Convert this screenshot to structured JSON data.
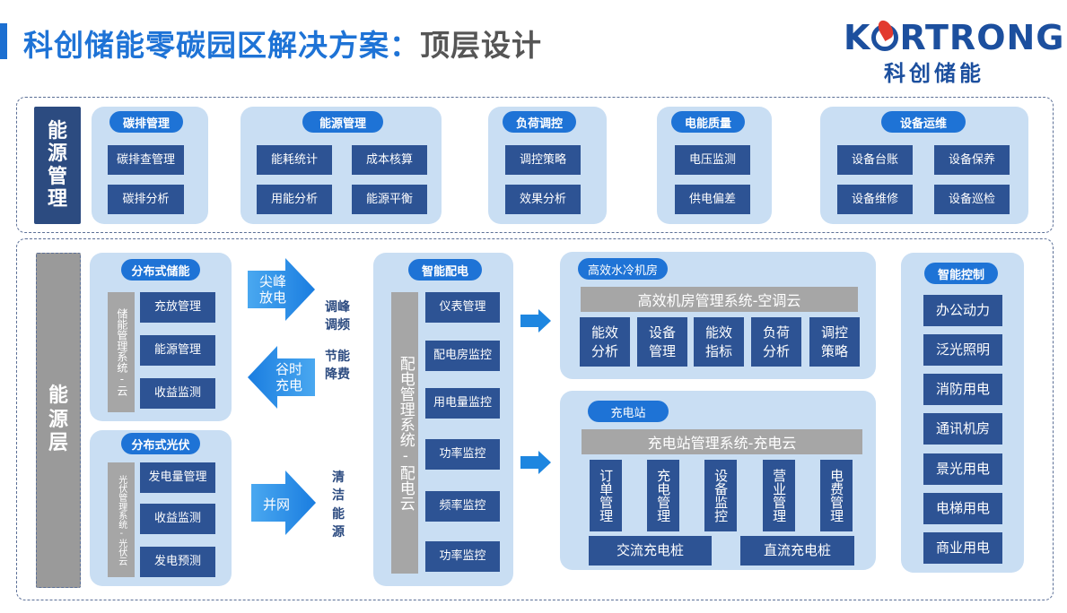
{
  "header": {
    "title_main": "科创储能零碳园区解决方案：",
    "title_sub": "顶层设计",
    "logo_en_left": "K",
    "logo_en_right": "RTRONG",
    "logo_cn": "科创储能"
  },
  "top_section": {
    "label": [
      "能",
      "源",
      "管",
      "理"
    ],
    "groups": [
      {
        "title": "碳排管理",
        "items": [
          "碳排查管理",
          "碳排分析"
        ]
      },
      {
        "title": "能源管理",
        "items": [
          "能耗统计",
          "成本核算",
          "用能分析",
          "能源平衡"
        ]
      },
      {
        "title": "负荷调控",
        "items": [
          "调控策略",
          "效果分析"
        ]
      },
      {
        "title": "电能质量",
        "items": [
          "电压监测",
          "供电偏差"
        ]
      },
      {
        "title": "设备运维",
        "items": [
          "设备台账",
          "设备保养",
          "设备维修",
          "设备巡检"
        ]
      }
    ]
  },
  "bottom_section": {
    "label": [
      "能",
      "源",
      "层"
    ],
    "storage": {
      "title": "分布式储能",
      "side": "储能管理系统-云",
      "items": [
        "充放管理",
        "能源管理",
        "收益监测"
      ]
    },
    "pv": {
      "title": "分布式光伏",
      "side": "光伏管理系统-光伏云",
      "items": [
        "发电量管理",
        "收益监测",
        "发电预测"
      ]
    },
    "arrows": [
      {
        "label": [
          "尖峰",
          "放电"
        ],
        "direction": "right",
        "side": [
          "调峰",
          "调频"
        ]
      },
      {
        "label": [
          "谷时",
          "充电"
        ],
        "direction": "left",
        "side": [
          "节能",
          "降费"
        ]
      },
      {
        "label": [
          "并网"
        ],
        "direction": "right",
        "side": [
          "清",
          "洁",
          "能",
          "源"
        ]
      }
    ],
    "distribution": {
      "title": "智能配电",
      "side": "配电管理系统-配电云",
      "items": [
        "仪表管理",
        "配电房监控",
        "用电量监控",
        "功率监控",
        "频率监控",
        "功率监控"
      ]
    },
    "cooling": {
      "title": "高效水冷机房",
      "system": "高效机房管理系统-空调云",
      "items": [
        [
          "能效",
          "分析"
        ],
        [
          "设备",
          "管理"
        ],
        [
          "能效",
          "指标"
        ],
        [
          "负荷",
          "分析"
        ],
        [
          "调控",
          "策略"
        ]
      ]
    },
    "charging": {
      "title": "充电站",
      "system": "充电站管理系统-充电云",
      "items": [
        "订单管理",
        "充电管理",
        "设备监控",
        "营业管理",
        "电费管理"
      ],
      "piles": [
        "交流充电桩",
        "直流充电桩"
      ]
    },
    "control": {
      "title": "智能控制",
      "items": [
        "办公动力",
        "泛光照明",
        "消防用电",
        "通讯机房",
        "景光用电",
        "电梯用电",
        "商业用电"
      ]
    }
  }
}
